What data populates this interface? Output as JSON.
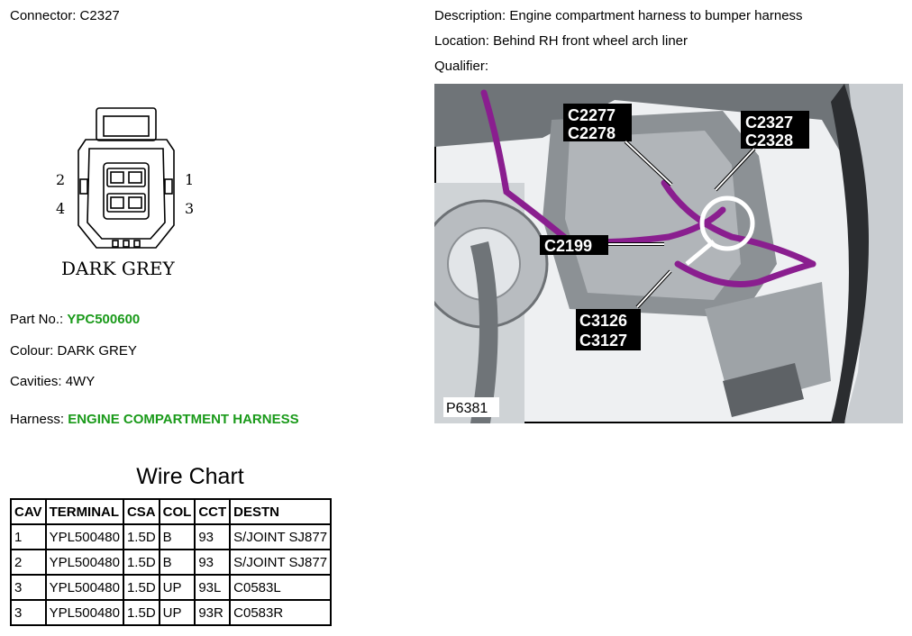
{
  "connector": {
    "label": "Connector:",
    "value": "C2327"
  },
  "description": {
    "label": "Description:",
    "value": "Engine compartment harness to bumper harness"
  },
  "location": {
    "label": "Location:",
    "value": "Behind RH front wheel arch liner"
  },
  "qualifier": {
    "label": "Qualifier:",
    "value": ""
  },
  "pinout": {
    "pins": [
      "1",
      "2",
      "3",
      "4"
    ],
    "colour_label": "DARK GREY"
  },
  "photo": {
    "ref": "P6381",
    "callouts": {
      "c2277": "C2277",
      "c2278": "C2278",
      "c2327": "C2327",
      "c2328": "C2328",
      "c2199": "C2199",
      "c3126": "C3126",
      "c3127": "C3127"
    }
  },
  "part": {
    "label": "Part No.:",
    "value": "YPC500600"
  },
  "colour": {
    "label": "Colour:",
    "value": "DARK GREY"
  },
  "cavities": {
    "label": "Cavities:",
    "value": "4WY"
  },
  "harness": {
    "label": "Harness:",
    "value": "ENGINE COMPARTMENT HARNESS"
  },
  "wire_chart": {
    "title": "Wire Chart",
    "headers": [
      "CAV",
      "TERMINAL",
      "CSA",
      "COL",
      "CCT",
      "DESTN"
    ],
    "rows": [
      [
        "1",
        "YPL500480",
        "1.5D",
        "B",
        "93",
        "S/JOINT SJ877"
      ],
      [
        "2",
        "YPL500480",
        "1.5D",
        "B",
        "93",
        "S/JOINT SJ877"
      ],
      [
        "3",
        "YPL500480",
        "1.5D",
        "UP",
        "93L",
        "C0583L"
      ],
      [
        "3",
        "YPL500480",
        "1.5D",
        "UP",
        "93R",
        "C0583R"
      ]
    ]
  },
  "colors": {
    "link_green": "#1a9a1a",
    "harness_purple": "#8a1e8f"
  }
}
